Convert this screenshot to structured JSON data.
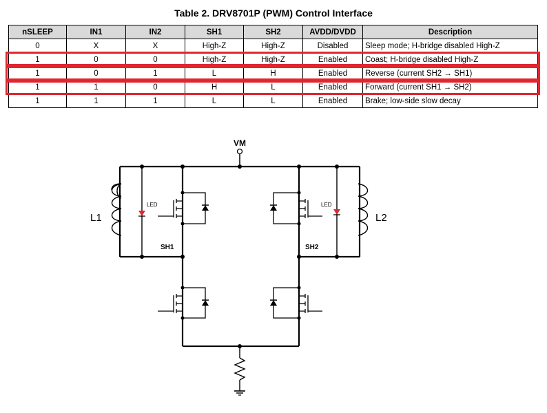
{
  "table": {
    "title": "Table 2. DRV8701P (PWM) Control Interface",
    "headers": [
      "nSLEEP",
      "IN1",
      "IN2",
      "SH1",
      "SH2",
      "AVDD/DVDD",
      "Description"
    ],
    "rows": [
      [
        "0",
        "X",
        "X",
        "High-Z",
        "High-Z",
        "Disabled",
        "Sleep mode; H-bridge disabled High-Z"
      ],
      [
        "1",
        "0",
        "0",
        "High-Z",
        "High-Z",
        "Enabled",
        "Coast; H-bridge disabled High-Z"
      ],
      [
        "1",
        "0",
        "1",
        "L",
        "H",
        "Enabled",
        "Reverse (current SH2 → SH1)"
      ],
      [
        "1",
        "1",
        "0",
        "H",
        "L",
        "Enabled",
        "Forward (current SH1 → SH2)"
      ],
      [
        "1",
        "1",
        "1",
        "L",
        "L",
        "Enabled",
        "Brake; low-side slow decay"
      ]
    ],
    "highlight_color": "#e0262f"
  },
  "circuit": {
    "vm_label": "VM",
    "l1_label": "L1",
    "l2_label": "L2",
    "sh1_label": "SH1",
    "sh2_label": "SH2",
    "led_left_label": "LED",
    "led_right_label": "LED",
    "led_color": "#e0262f"
  }
}
